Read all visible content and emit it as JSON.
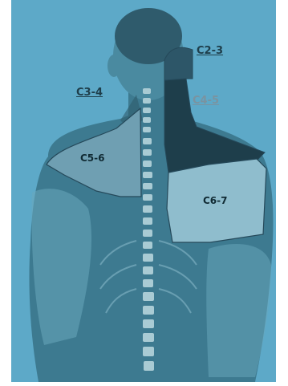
{
  "diagram": {
    "colors": {
      "background": "#5da9c8",
      "body": "#3d7a90",
      "body_highlight": "#6aa7bc",
      "outline": "#25495a",
      "spine": "#a9cbd4",
      "zone_c23": "#2d5668",
      "zone_c34": "#2f5b6c",
      "zone_c45": "#1e3e4b",
      "zone_c56": "#6f9fb2",
      "zone_c67": "#8fbdcd",
      "label_dark": "#1e3e4b",
      "label_light": "#7a93a0"
    },
    "labels": {
      "c23": "C2-3",
      "c34": "C3-4",
      "c45": "C4-5",
      "c56": "C5-6",
      "c67": "C6-7"
    }
  }
}
